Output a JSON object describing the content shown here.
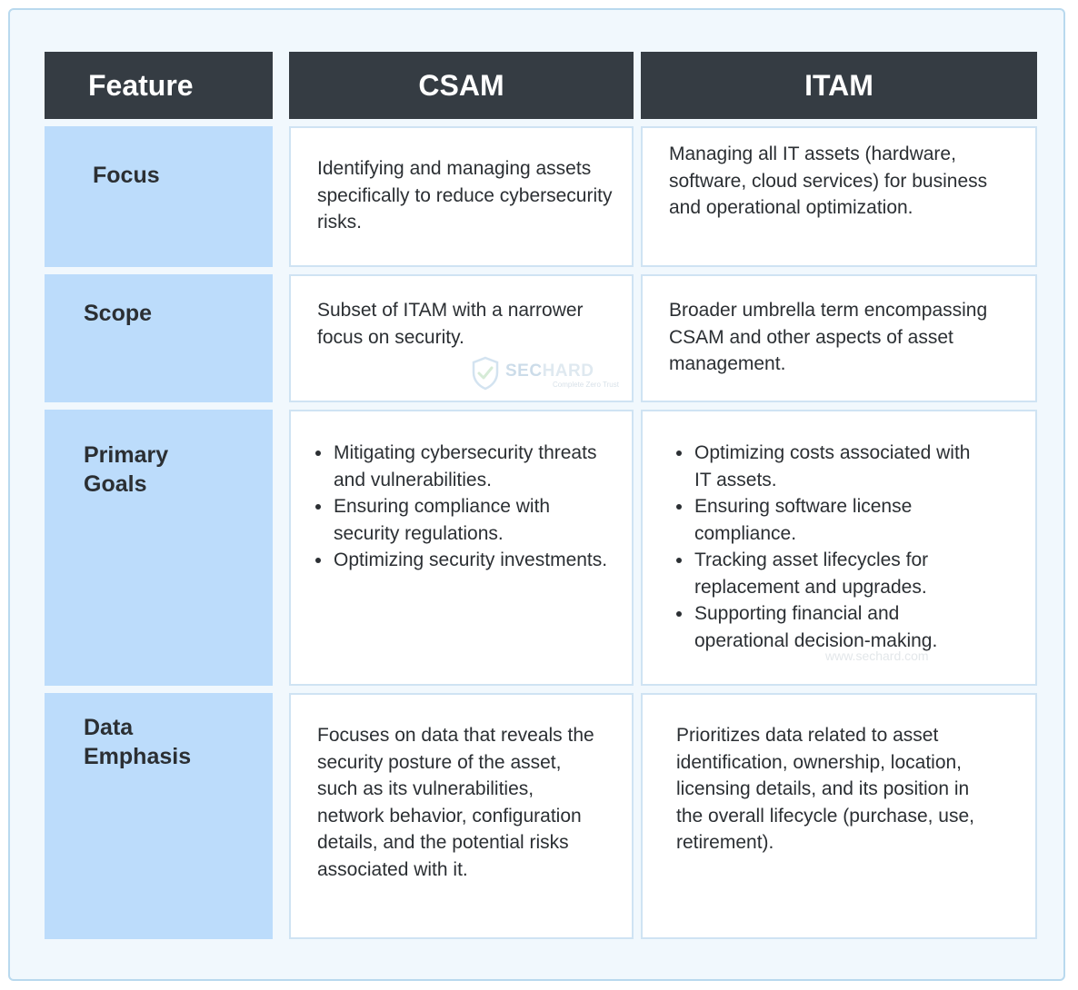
{
  "header": {
    "feature": "Feature",
    "csam": "CSAM",
    "itam": "ITAM"
  },
  "rows": [
    {
      "feature": "Focus",
      "csam": "Identifying and managing assets specifically to reduce cybersecurity risks.",
      "itam": "Managing all IT assets (hardware, software, cloud services) for business and operational optimization."
    },
    {
      "feature": "Scope",
      "csam": "Subset of ITAM with a narrower focus on security.",
      "itam": "Broader umbrella term encompassing CSAM and other aspects of asset management."
    },
    {
      "feature": "Primary Goals",
      "csam_items": [
        "Mitigating cybersecurity threats and vulnerabilities.",
        "Ensuring compliance with security regulations.",
        "Optimizing security investments."
      ],
      "itam_items": [
        "Optimizing costs associated with IT assets.",
        "Ensuring software license compliance.",
        "Tracking asset lifecycles for replacement and upgrades.",
        "Supporting financial and operational decision-making."
      ]
    },
    {
      "feature": "Data Emphasis",
      "csam": "Focuses on data that reveals the security posture of the asset, such as its vulnerabilities, network behavior, configuration details, and the potential risks associated with it.",
      "itam": "Prioritizes data related to asset identification, ownership, location, licensing details, and its position in the overall lifecycle (purchase, use, retirement)."
    }
  ],
  "watermark": {
    "brand_sec": "SEC",
    "brand_hard": "HARD",
    "tagline": "Complete Zero Trust",
    "url": "www.sechard.com",
    "icon": "shield-check-icon"
  },
  "colors": {
    "header_bg": "#353c43",
    "feature_bg": "#bcdcfb",
    "frame_bg": "#f1f8fd",
    "cell_border": "#cfe3f3"
  }
}
